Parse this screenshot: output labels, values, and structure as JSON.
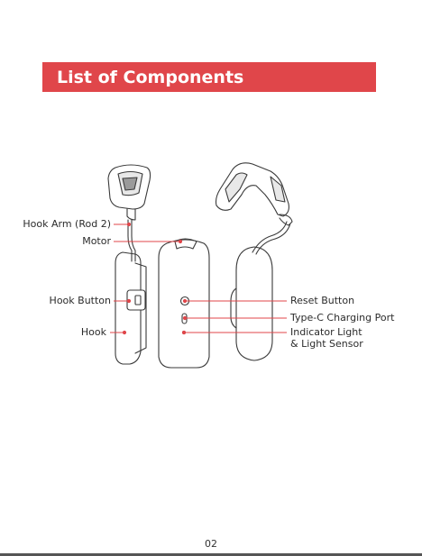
{
  "header": {
    "title": "List of Components"
  },
  "labels": {
    "hook_arm": "Hook Arm (Rod 2)",
    "motor": "Motor",
    "hook_button": "Hook Button",
    "hook": "Hook",
    "reset_button": "Reset Button",
    "charging_port": "Type-C Charging Port",
    "indicator_line1": "Indicator Light",
    "indicator_line2": "& Light Sensor"
  },
  "colors": {
    "accent": "#e0464a",
    "leader_line": "#e0464a"
  },
  "footer": {
    "page_number": "02"
  }
}
